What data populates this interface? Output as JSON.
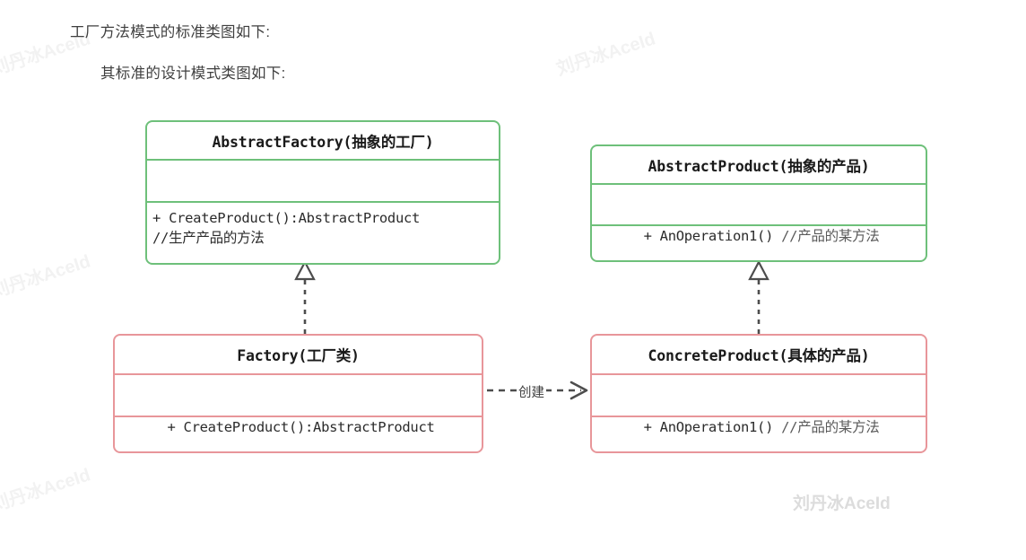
{
  "page": {
    "paragraphs": [
      "工厂方法模式的标准类图如下:",
      "其标准的设计模式类图如下:"
    ]
  },
  "watermarks": {
    "text": "刘丹冰AceId",
    "main": "刘丹冰AceId"
  },
  "colors": {
    "abstract_border": "#6ec07a",
    "concrete_border": "#e8969a",
    "connector": "#4d4d4d",
    "text": "#2b2b2b",
    "comment_text": "#5a5a5a",
    "watermark": "#d9d9d9",
    "background": "#ffffff"
  },
  "diagram": {
    "type": "uml-class-diagram",
    "classes": [
      {
        "id": "abstract-factory",
        "name": "AbstractFactory(抽象的工厂)",
        "stereotype": "abstract",
        "border_color": "#6ec07a",
        "attributes": [],
        "methods": [
          {
            "signature": "+ CreateProduct():AbstractProduct",
            "comment": ""
          },
          {
            "signature": "//生产产品的方法",
            "comment": ""
          }
        ]
      },
      {
        "id": "abstract-product",
        "name": "AbstractProduct(抽象的产品)",
        "stereotype": "abstract",
        "border_color": "#6ec07a",
        "attributes": [],
        "methods": [
          {
            "signature": "+ AnOperation1()",
            "comment": " //产品的某方法"
          }
        ]
      },
      {
        "id": "factory",
        "name": "Factory(工厂类)",
        "stereotype": "concrete",
        "border_color": "#e8969a",
        "attributes": [],
        "methods": [
          {
            "signature": "+ CreateProduct():AbstractProduct",
            "comment": ""
          }
        ]
      },
      {
        "id": "concrete-product",
        "name": "ConcreteProduct(具体的产品)",
        "stereotype": "concrete",
        "border_color": "#e8969a",
        "attributes": [],
        "methods": [
          {
            "signature": "+ AnOperation1()",
            "comment": " //产品的某方法"
          }
        ]
      }
    ],
    "relations": [
      {
        "id": "factory-realizes-abstractfactory",
        "kind": "realization",
        "from": "factory",
        "to": "abstract-factory",
        "label": "",
        "line": "dashed",
        "arrowhead": "hollow-triangle"
      },
      {
        "id": "concreteproduct-realizes-abstractproduct",
        "kind": "realization",
        "from": "concrete-product",
        "to": "abstract-product",
        "label": "",
        "line": "dashed",
        "arrowhead": "hollow-triangle"
      },
      {
        "id": "factory-creates-concreteproduct",
        "kind": "dependency",
        "from": "factory",
        "to": "concrete-product",
        "label": "创建",
        "line": "dashed",
        "arrowhead": "open"
      }
    ]
  }
}
